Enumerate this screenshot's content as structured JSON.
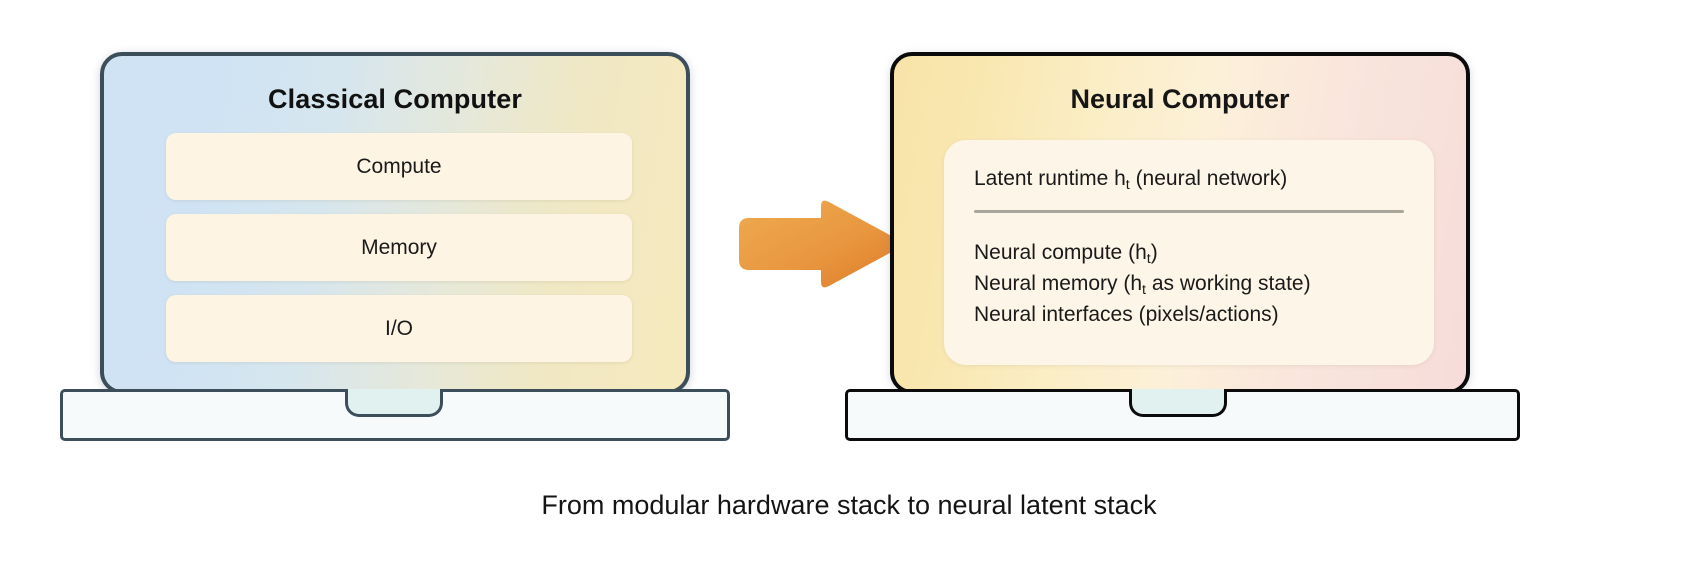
{
  "diagram": {
    "caption": "From modular hardware stack to neural latent stack",
    "arrow": {
      "icon": "right-arrow-icon",
      "color_start": "#eda445",
      "color_end": "#e07b2a",
      "direction": "right"
    },
    "left_panel": {
      "title": "Classical Computer",
      "border_color": "#3c4e5a",
      "gradient_start": "#cfe3f4",
      "gradient_end": "#f6e9bd",
      "box_color": "#fdf4e4",
      "stack": [
        {
          "label": "Compute"
        },
        {
          "label": "Memory"
        },
        {
          "label": "I/O"
        }
      ]
    },
    "right_panel": {
      "title": "Neural Computer",
      "border_color": "#0b0b0b",
      "gradient_start": "#f8e4a9",
      "gradient_end": "#f7dcd9",
      "panel_color": "#fdf5e7",
      "divider_color": "#a9a69b",
      "headline": {
        "prefix": "Latent runtime h",
        "sub": "t",
        "suffix": " (neural network)"
      },
      "items": [
        {
          "prefix": "Neural compute (h",
          "sub": "t",
          "suffix": ")"
        },
        {
          "prefix": "Neural memory (h",
          "sub": "t",
          "suffix": " as working state)"
        },
        {
          "prefix": "Neural interfaces (pixels/actions)",
          "sub": "",
          "suffix": ""
        }
      ]
    }
  }
}
